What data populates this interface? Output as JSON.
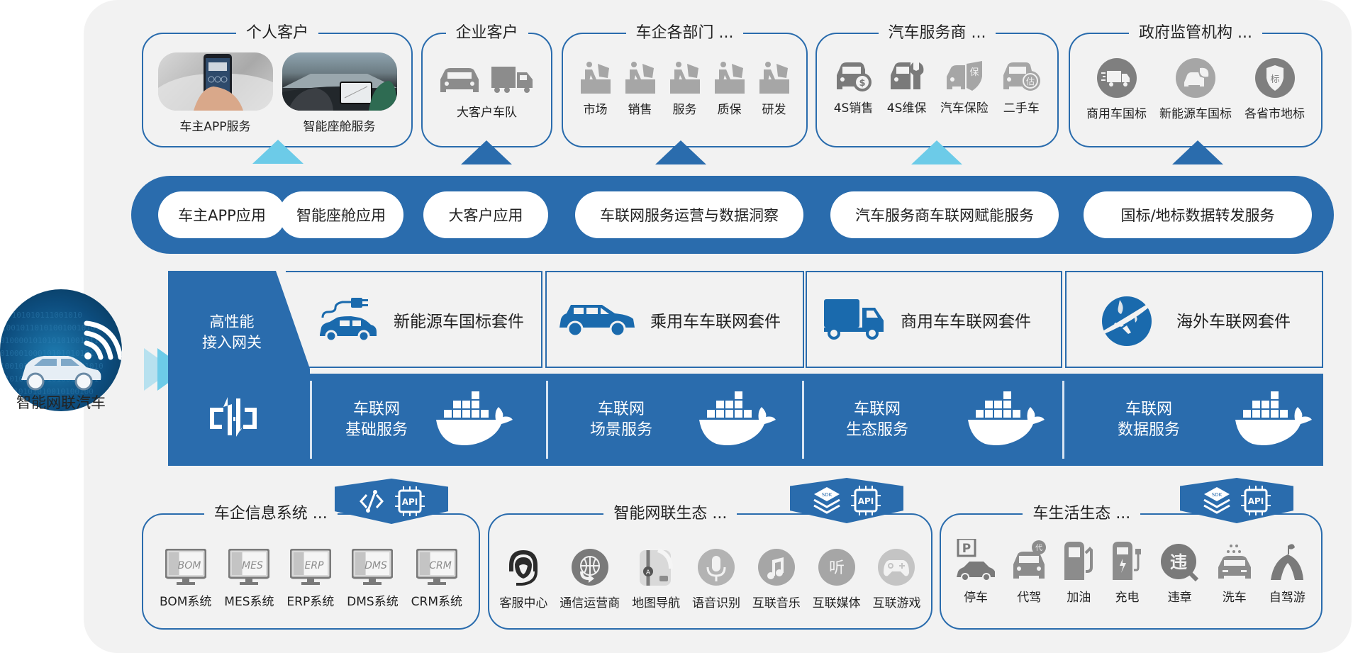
{
  "colors": {
    "primary_blue": "#2a6cad",
    "light_cyan": "#6ccbe8",
    "panel_gray": "#f2f2f2",
    "icon_gray": "#8c8c8c"
  },
  "vehicle": {
    "label": "智能网联汽车",
    "icon": "connected-car-wifi-icon"
  },
  "customers": {
    "personal": {
      "title": "个人客户",
      "items": [
        {
          "label": "车主APP服务",
          "icon": "car-app-photo"
        },
        {
          "label": "智能座舱服务",
          "icon": "smart-cockpit-photo"
        }
      ]
    },
    "enterprise": {
      "title": "企业客户",
      "items": [
        {
          "label": "大客户车队",
          "icon": "fleet-car-truck-icon"
        }
      ]
    },
    "departments": {
      "title": "车企各部门 ...",
      "items": [
        {
          "label": "市场",
          "icon": "worker-desk-icon"
        },
        {
          "label": "销售",
          "icon": "worker-desk-icon"
        },
        {
          "label": "服务",
          "icon": "worker-desk-icon"
        },
        {
          "label": "质保",
          "icon": "worker-desk-icon"
        },
        {
          "label": "研发",
          "icon": "worker-desk-icon"
        }
      ]
    },
    "dealers": {
      "title": "汽车服务商 ...",
      "items": [
        {
          "label": "4S销售",
          "icon": "car-dollar-icon"
        },
        {
          "label": "4S维保",
          "icon": "car-wrench-icon"
        },
        {
          "label": "汽车保险",
          "icon": "car-insurance-shield-icon",
          "badge": "保"
        },
        {
          "label": "二手车",
          "icon": "car-appraisal-icon",
          "badge": "估"
        }
      ]
    },
    "government": {
      "title": "政府监管机构 ...",
      "items": [
        {
          "label": "商用车国标",
          "icon": "truck-circle-icon"
        },
        {
          "label": "新能源车国标",
          "icon": "ev-leaf-circle-icon"
        },
        {
          "label": "各省市地标",
          "icon": "shield-standard-icon",
          "badge": "标"
        }
      ]
    }
  },
  "app_services": [
    "车主APP应用",
    "智能座舱应用",
    "大客户应用",
    "车联网服务运营与数据洞察",
    "汽车服务商车联网赋能服务",
    "国标/地标数据转发服务"
  ],
  "gateway": {
    "line1": "高性能",
    "line2": "接入网关",
    "icon": "gateway-exchange-icon"
  },
  "kits": [
    {
      "label": "新能源车国标套件",
      "icon": "ev-charging-car-icon"
    },
    {
      "label": "乘用车车联网套件",
      "icon": "suv-car-icon"
    },
    {
      "label": "商用车车联网套件",
      "icon": "truck-icon"
    },
    {
      "label": "海外车联网套件",
      "icon": "globe-plane-icon"
    }
  ],
  "platform_services": [
    {
      "line1": "车联网",
      "line2": "基础服务",
      "icon": "docker-whale-icon"
    },
    {
      "line1": "车联网",
      "line2": "场景服务",
      "icon": "docker-whale-icon"
    },
    {
      "line1": "车联网",
      "line2": "生态服务",
      "icon": "docker-whale-icon"
    },
    {
      "line1": "车联网",
      "line2": "数据服务",
      "icon": "docker-whale-icon"
    }
  ],
  "integrations": {
    "enterprise_systems": {
      "title": "车企信息系统 ...",
      "badge": {
        "left": "connector-icon",
        "right": "API"
      },
      "items": [
        {
          "label": "BOM系统",
          "screen": "BOM"
        },
        {
          "label": "MES系统",
          "screen": "MES"
        },
        {
          "label": "ERP系统",
          "screen": "ERP"
        },
        {
          "label": "DMS系统",
          "screen": "DMS"
        },
        {
          "label": "CRM系统",
          "screen": "CRM"
        }
      ]
    },
    "connected_ecosystem": {
      "title": "智能网联生态 ...",
      "badge": {
        "left": "SDK",
        "right": "API"
      },
      "items": [
        {
          "label": "客服中心",
          "icon": "headset-agent-icon"
        },
        {
          "label": "通信运营商",
          "icon": "globe-network-icon"
        },
        {
          "label": "地图导航",
          "icon": "map-navigation-icon"
        },
        {
          "label": "语音识别",
          "icon": "microphone-icon"
        },
        {
          "label": "互联音乐",
          "icon": "music-note-icon"
        },
        {
          "label": "互联媒体",
          "icon": "listen-icon",
          "badge": "听"
        },
        {
          "label": "互联游戏",
          "icon": "gamepad-icon"
        }
      ]
    },
    "car_life": {
      "title": "车生活生态 ...",
      "badge": {
        "left": "SDK",
        "right": "API"
      },
      "items": [
        {
          "label": "停车",
          "icon": "parking-icon"
        },
        {
          "label": "代驾",
          "icon": "chauffeur-car-icon",
          "badge": "代"
        },
        {
          "label": "加油",
          "icon": "fuel-pump-icon"
        },
        {
          "label": "充电",
          "icon": "charging-station-icon"
        },
        {
          "label": "违章",
          "icon": "violation-search-icon",
          "badge": "违"
        },
        {
          "label": "洗车",
          "icon": "car-wash-icon"
        },
        {
          "label": "自驾游",
          "icon": "tent-icon"
        }
      ]
    }
  }
}
